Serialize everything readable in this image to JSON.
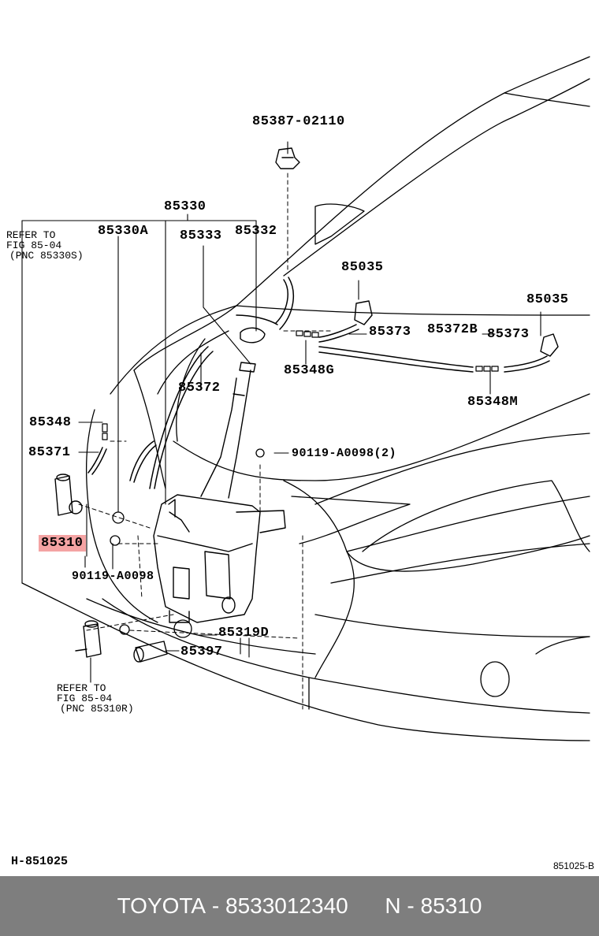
{
  "labels": {
    "p85387": "85387-02110",
    "p85330": "85330",
    "p85330A": "85330A",
    "p85333": "85333",
    "p85332": "85332",
    "p85035a": "85035",
    "p85035b": "85035",
    "p85373a": "85373",
    "p85372B": "85372B",
    "p85373b": "85373",
    "p85348G": "85348G",
    "p85372": "85372",
    "p85348M": "85348M",
    "p85348": "85348",
    "p85371": "85371",
    "p90119two": "90119-A0098(2)",
    "p85310": "85310",
    "p90119": "90119-A0098",
    "p85319D": "85319D",
    "p85397": "85397"
  },
  "refer_top": [
    "REFER TO",
    "FIG 85-04",
    "(PNC 85330S)"
  ],
  "refer_bottom": [
    "REFER TO",
    "FIG 85-04",
    "(PNC 85310R)"
  ],
  "highlight": {
    "label": "85310",
    "color": "#f4a3a3"
  },
  "codes": {
    "left": "H-851025",
    "right": "851025-B"
  },
  "footer": {
    "brand": "TOYOTA",
    "part_number": "8533012340",
    "n_prefix": "N",
    "pnc": "85310"
  }
}
